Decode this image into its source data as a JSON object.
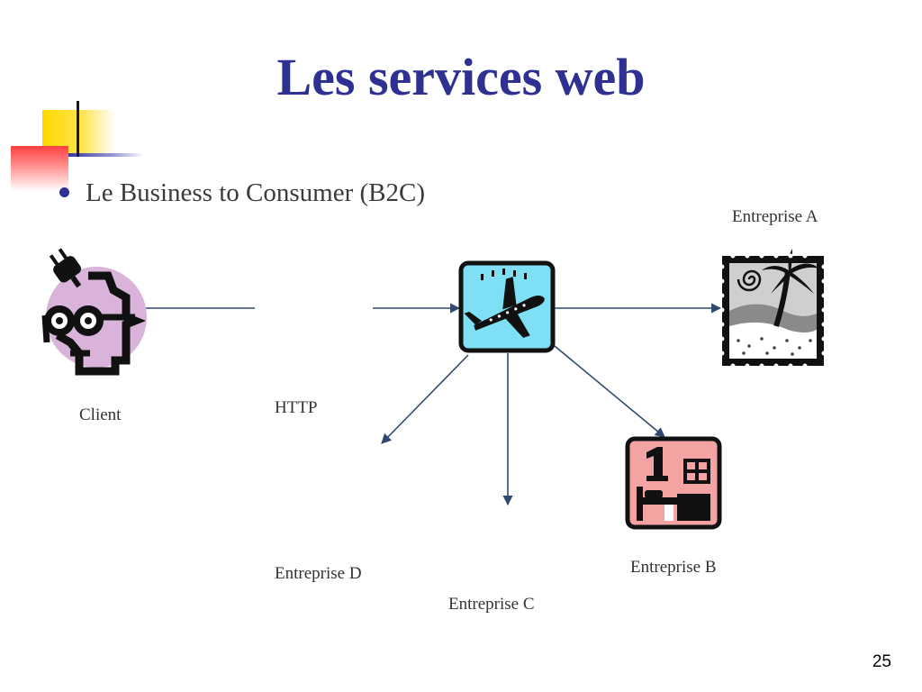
{
  "slide": {
    "title": "Les services web",
    "bullet": "Le Business to Consumer (B2C)",
    "page_number": "25"
  },
  "diagram": {
    "nodes": {
      "client": "Client",
      "entreprise_a": "Entreprise A",
      "entreprise_b": "Entreprise B",
      "entreprise_c": "Entreprise C",
      "entreprise_d": "Entreprise D"
    },
    "edge_label": "HTTP"
  },
  "colors": {
    "title": "#2e3192",
    "bullet_dot": "#2e3192",
    "arrow": "#2f4a6e",
    "client_circle": "#d9b3d9",
    "plane_box": "#7fe0f5",
    "hotel_box": "#f4a3a3",
    "square_yellow": "#ffd800",
    "square_red": "#ff5a5a",
    "square_blue": "#3a3aa6"
  },
  "icons": {
    "client": "person-with-plug-icon",
    "hub": "airplane-icon",
    "entreprise_a": "palm-beach-icon",
    "entreprise_b": "hotel-room-icon"
  }
}
